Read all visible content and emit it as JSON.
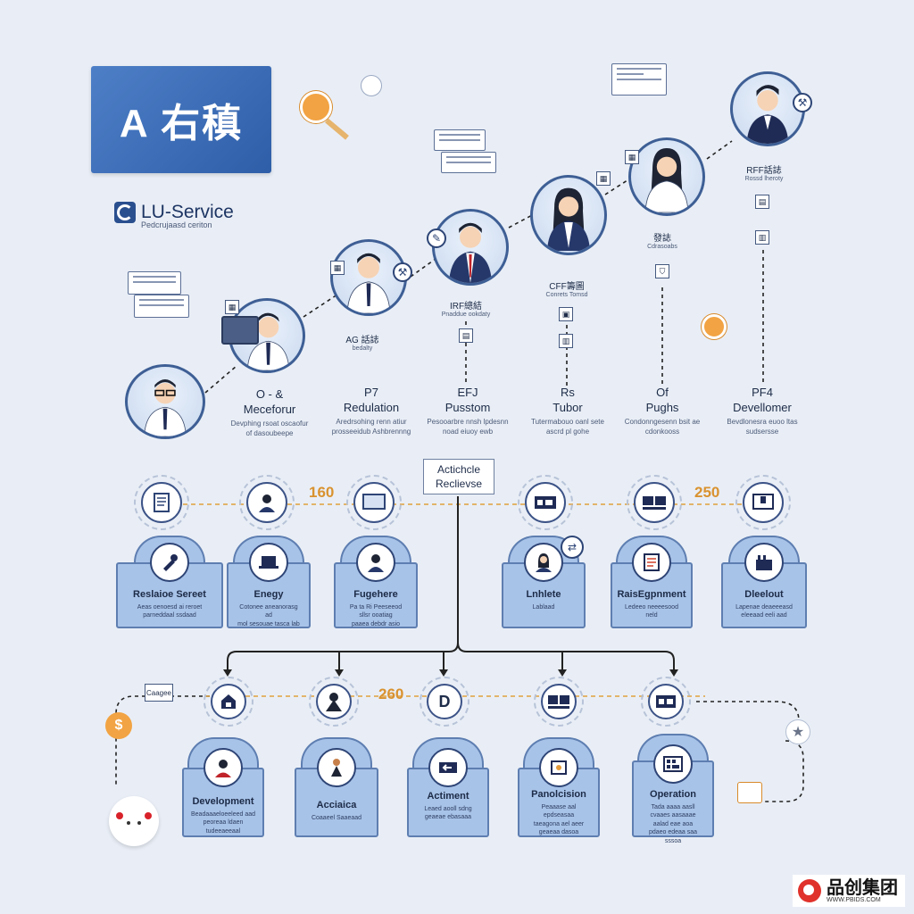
{
  "header": {
    "logo_text": "A 右稹",
    "service_name": "LU-Service",
    "service_sub": "Pedcrujaasd ceriton"
  },
  "stages": [
    {
      "code": "O - &",
      "title": "Meceforur",
      "desc": "Devphing rsoat oscaofur\nof dasoubeepe"
    },
    {
      "code": "P7",
      "title": "Redulation",
      "desc": "Aredrsohing renn atiur\nprosseeidub Ashbrennng"
    },
    {
      "code": "EFJ",
      "title": "Pusstom",
      "desc": "Pesooarbre nnsh lpdesnn\nnoad eiuoy ewb"
    },
    {
      "code": "Rs",
      "title": "Tubor",
      "desc": "Tutermabouo oanl sete\nascrd pl gohe"
    },
    {
      "code": "Of",
      "title": "Pughs",
      "desc": "Condonngesenn bsit ae\ncdonkooss"
    },
    {
      "code": "PF4",
      "title": "Devellomer",
      "desc": "Bevdlonesra euoo ltas\nsudsersse"
    }
  ],
  "persona_labels": [
    {
      "code": "AG 話誌",
      "sub": "bedalty"
    },
    {
      "code": "IRF總結",
      "sub": "Pnaddue ookdaty"
    },
    {
      "code": "CFF籌圖",
      "sub": "Conrets Tomsd"
    },
    {
      "code": "發誌",
      "sub": "Cdrasoabs"
    },
    {
      "code": "RFF話誌",
      "sub": "Rossd lheroty"
    }
  ],
  "center": {
    "line1": "Actichcle",
    "line2": "Reclievse"
  },
  "numbers": {
    "n1": "160",
    "n2": "250",
    "n3": "260"
  },
  "top_cards": [
    {
      "title": "Reslaioe Sereet",
      "desc": "Aeas oenoesd ai reroet\nparneddaal ssdaad"
    },
    {
      "title": "Enegy",
      "desc": "Cotonee aneanorasg ad\nmol sesouae tasca lab"
    },
    {
      "title": "Fugehere",
      "desc": "Pa  ta Ri Peeseeod\nsllsr ooatiag\npaaea debdr asio"
    },
    {
      "title": "Lnhlete",
      "desc": "Lablaad"
    },
    {
      "title": "RaisEgpnment",
      "desc": "Ledeeo neeeesood\nneld"
    },
    {
      "title": "Dleelout",
      "desc": "Lapenae deaeeeasd\neleeaad eeli aad"
    }
  ],
  "bottom_cards": [
    {
      "title": "Development",
      "desc": "Beadaaaeloeeleed aad\npeoreaa ldaen\ntudeeaeeaal"
    },
    {
      "title": "Acciaica",
      "desc": "Coaaeel Saaeaad"
    },
    {
      "title": "Actiment",
      "desc": "Leaed aooll sdng\ngeaeae ebasaaa"
    },
    {
      "title": "Panolcision",
      "desc": "Peaaase aal\nepdseasaa\ntaeagona ael aeer\ngeaeaa dasoa"
    },
    {
      "title": "Operation",
      "desc": "Tada aaaa aasll\ncvaaes aasaaae\naalad eae aoa\npdaeo edeaa saa\nsssoa"
    }
  ],
  "mini_tag": "Caagee",
  "watermark": {
    "text": "品创集团",
    "url": "WWW.PBIDS.COM"
  },
  "colors": {
    "accent": "#d9922f",
    "card": "#a8c3e8",
    "navy": "#2e4576",
    "brand_blue": "#3a6bb5"
  }
}
